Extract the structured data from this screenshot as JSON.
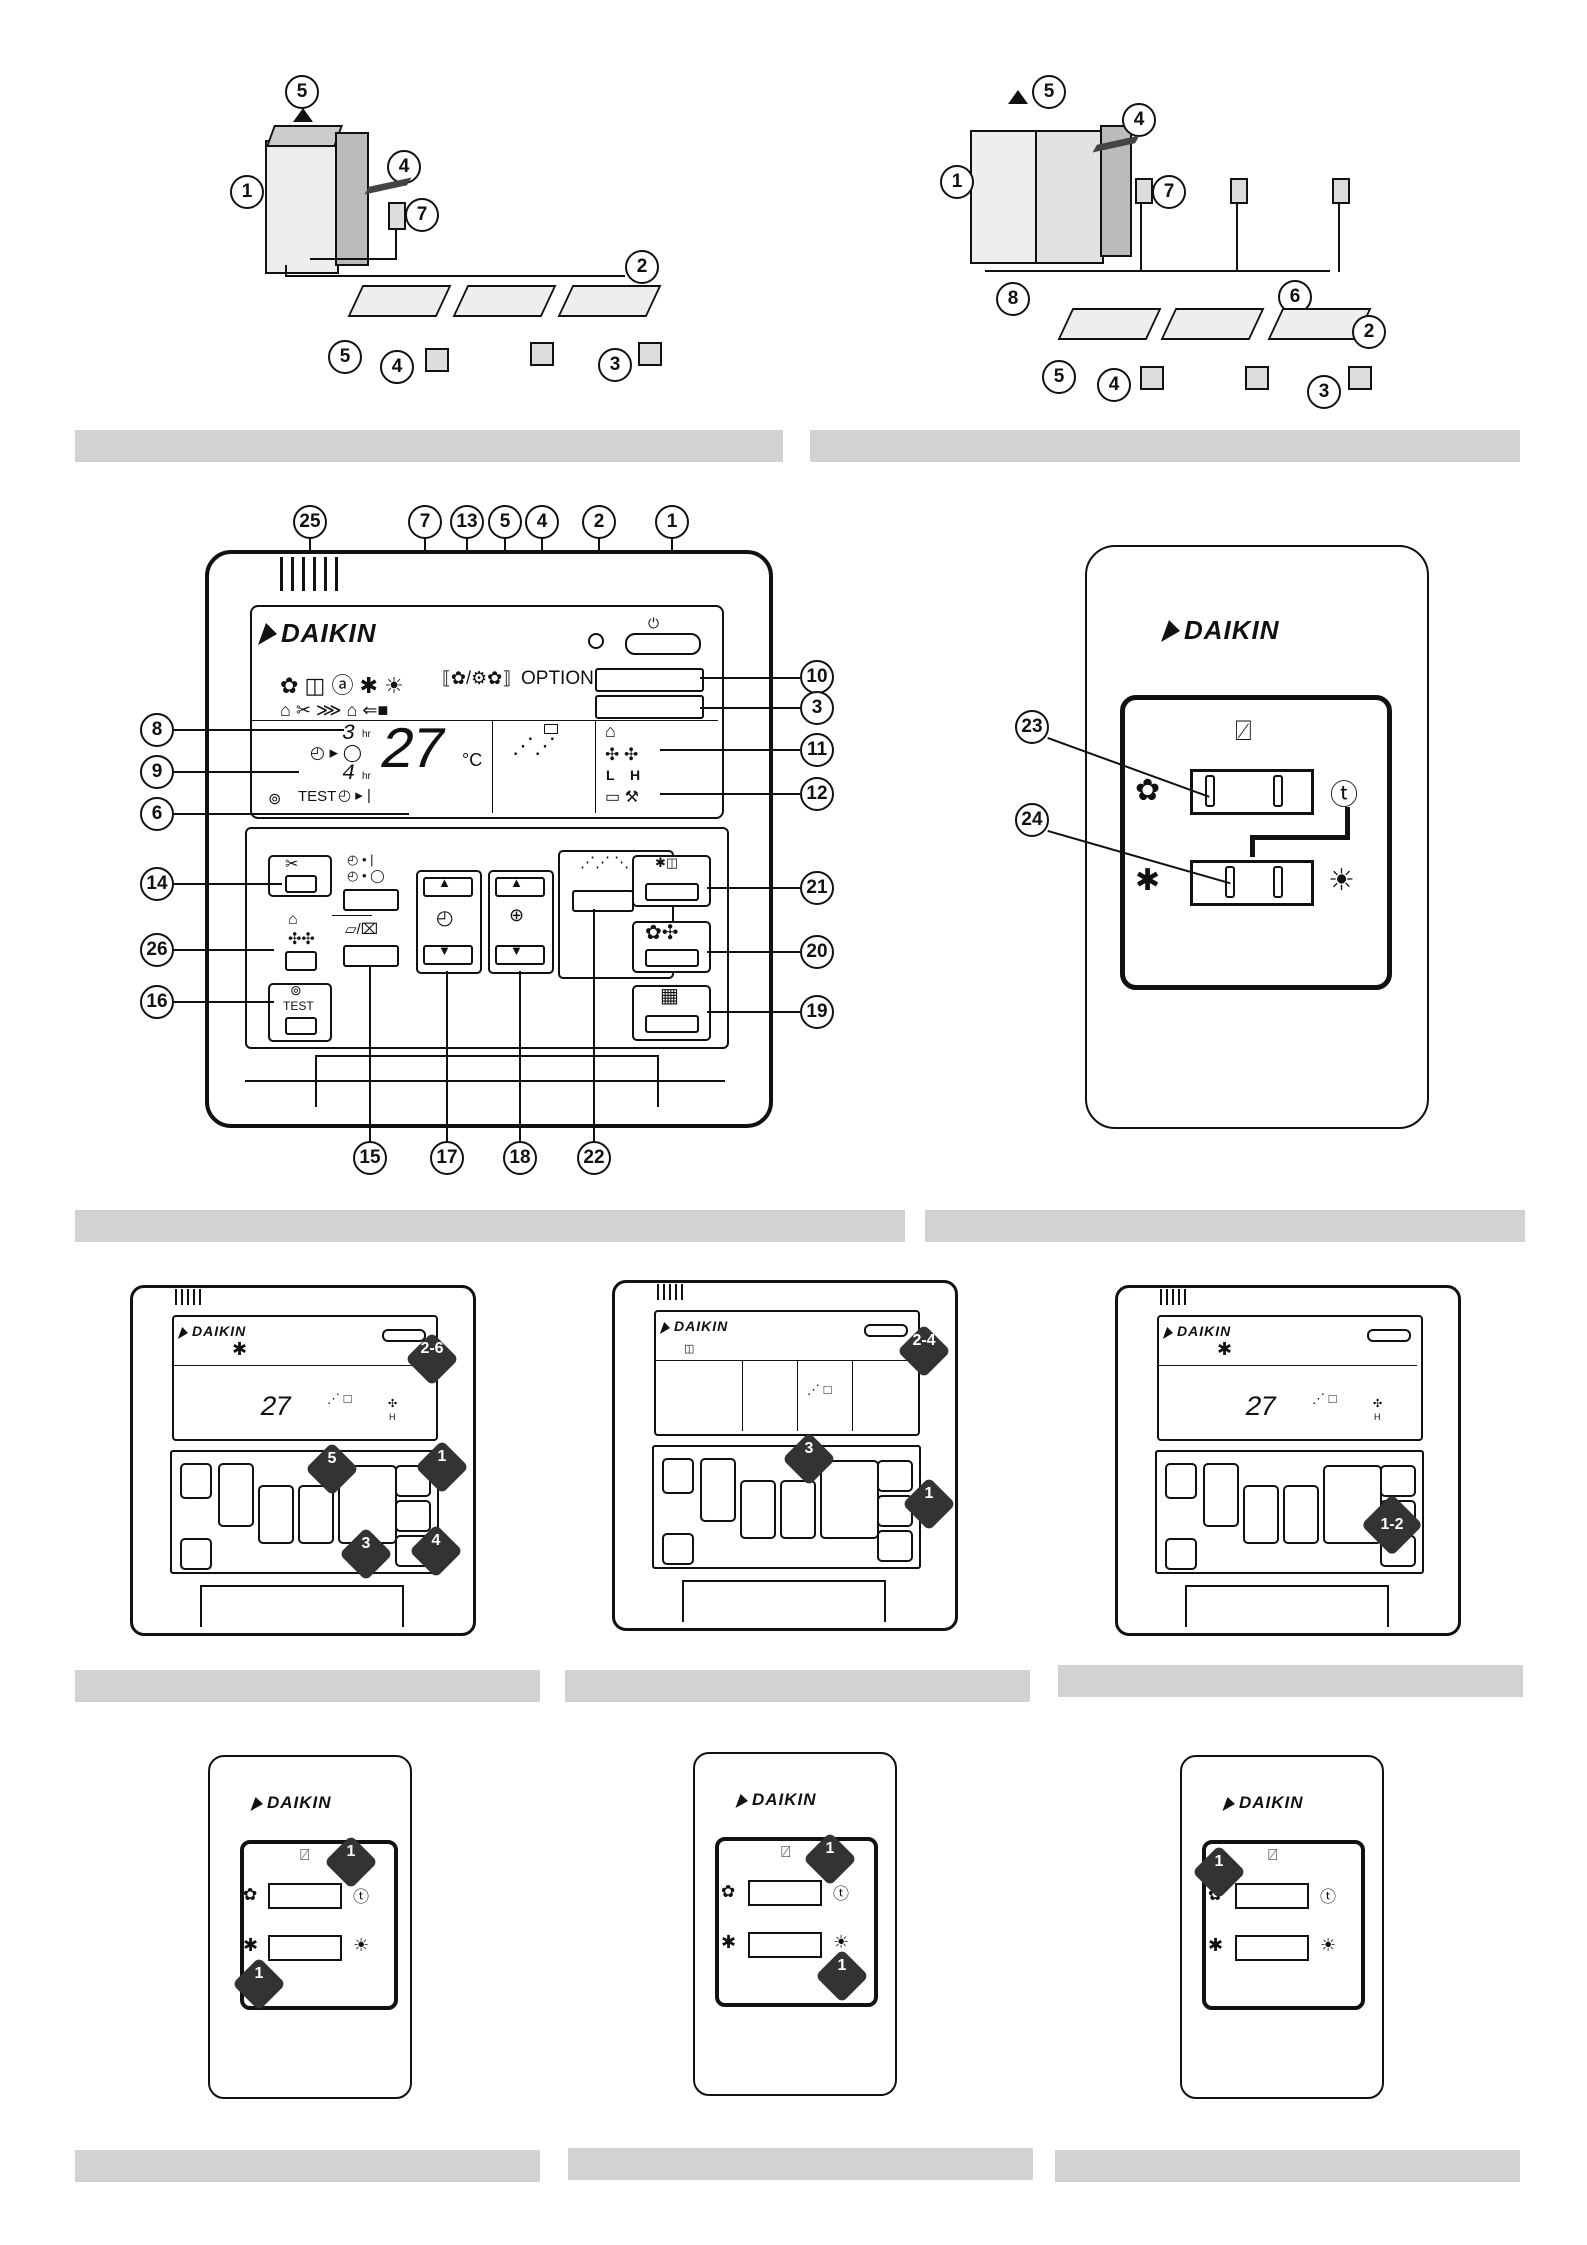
{
  "brand": "DAIKIN",
  "system_diagrams": {
    "left_labels": [
      "5",
      "1",
      "4",
      "7",
      "2",
      "5",
      "4",
      "3"
    ],
    "right_labels": [
      "5",
      "4",
      "1",
      "7",
      "8",
      "6",
      "2",
      "5",
      "4",
      "3"
    ]
  },
  "remote_main": {
    "callouts_top": [
      "25",
      "7",
      "13",
      "5",
      "4",
      "2",
      "1"
    ],
    "callouts_left": [
      "8",
      "9",
      "6",
      "14",
      "26",
      "16"
    ],
    "callouts_right": [
      "10",
      "3",
      "11",
      "12",
      "21",
      "20",
      "19"
    ],
    "callouts_bottom": [
      "15",
      "17",
      "18",
      "22"
    ],
    "lcd": {
      "option": "OPTION",
      "hours_top": "3",
      "hours_bottom": "4",
      "hr": "hr",
      "temperature": "27",
      "unit": "°C",
      "test": "TEST",
      "fan_low": "L",
      "fan_high": "H"
    },
    "button_test_label": "TEST"
  },
  "selector_main": {
    "callouts": [
      "23",
      "24"
    ]
  },
  "step_remotes": [
    {
      "badges": [
        "2-6",
        "5",
        "1",
        "3",
        "4"
      ],
      "temperature": "27",
      "fan": "H"
    },
    {
      "badges": [
        "2-4",
        "3",
        "1"
      ]
    },
    {
      "badges": [
        "1-2"
      ],
      "temperature": "27",
      "fan": "H"
    }
  ],
  "step_selectors": [
    {
      "badges": [
        "1",
        "1"
      ]
    },
    {
      "badges": [
        "1",
        "1"
      ]
    },
    {
      "badges": [
        "1"
      ]
    }
  ],
  "colors": {
    "bar": "#d2d2d2",
    "ink": "#111111",
    "badge": "#333333"
  }
}
